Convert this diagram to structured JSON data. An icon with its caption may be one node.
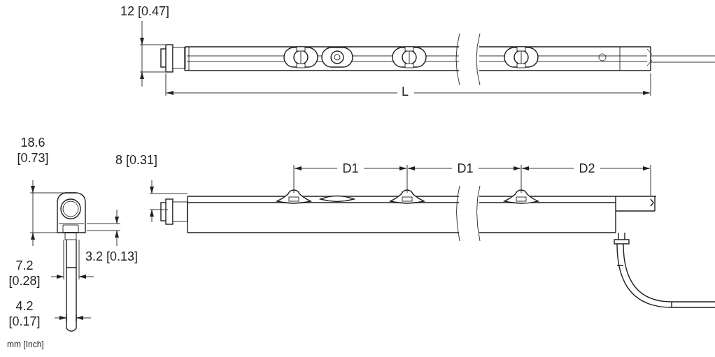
{
  "diagram": {
    "labels": [
      "12 [0.47]",
      "L",
      "18.6 [0.73]",
      "8 [0.31]",
      "D1",
      "D1",
      "D2",
      "3.2 [0.13]",
      "7.2 [0.28]",
      "4.2 [0.17]",
      "mm [Inch]"
    ]
  }
}
